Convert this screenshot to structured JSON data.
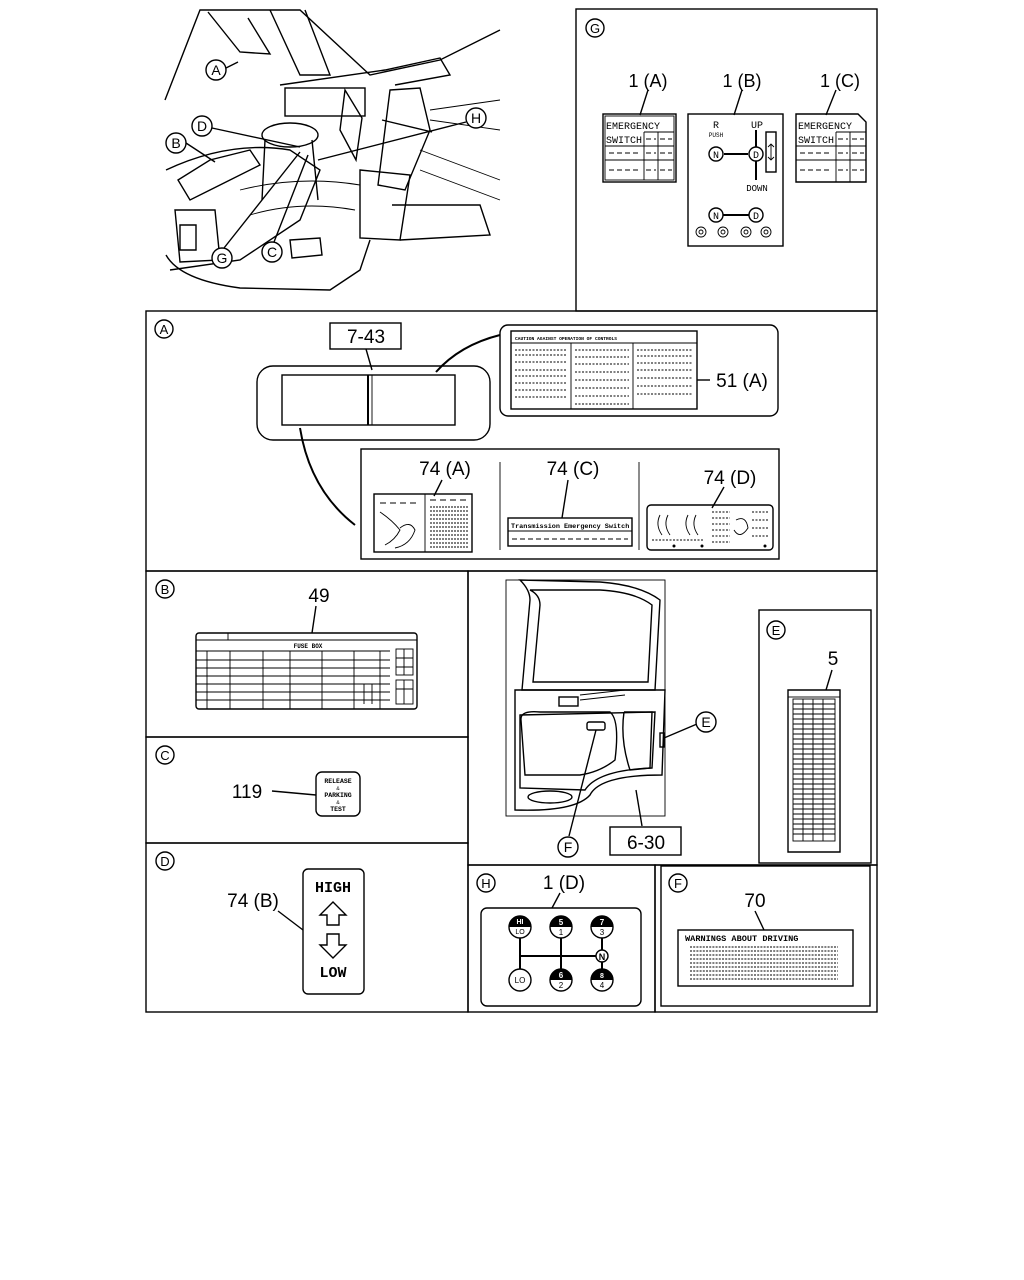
{
  "panels": {
    "g": {
      "label": "G",
      "callouts": {
        "p1a": "1 (A)",
        "p1b": "1 (B)",
        "p1c": "1 (C)"
      },
      "label_1a": {
        "line1": "EMERGENCY",
        "line2": "SWITCH"
      },
      "label_1c": {
        "line1": "EMERGENCY",
        "line2": "SWITCH"
      },
      "label_1b": {
        "r": "R",
        "push": "PUSH",
        "up": "UP",
        "down": "DOWN",
        "n": "N",
        "d": "D"
      }
    },
    "a": {
      "label": "A",
      "callouts": {
        "p743": "7-43",
        "p51a": "51 (A)",
        "p74a": "74 (A)",
        "p74c": "74 (C)",
        "p74d": "74 (D)"
      },
      "label_51a_title": "CAUTION AGAINST OPERATION OF CONTROLS",
      "label_74c_text": "Transmission Emergency Switch"
    },
    "b": {
      "label": "B",
      "callouts": {
        "p49": "49"
      },
      "label_49_title": "FUSE BOX"
    },
    "c": {
      "label": "C",
      "callouts": {
        "p119": "119"
      },
      "label_119": {
        "l1": "RELEASE",
        "l2": "&",
        "l3": "PARKING",
        "l4": "&",
        "l5": "TEST"
      }
    },
    "d": {
      "label": "D",
      "callouts": {
        "p74b": "74 (B)"
      },
      "label_74b": {
        "high": "HIGH",
        "low": "LOW"
      }
    },
    "door": {
      "callouts": {
        "e": "E",
        "f": "F",
        "p630": "6-30"
      }
    },
    "e": {
      "label": "E",
      "callouts": {
        "p5": "5"
      }
    },
    "h": {
      "label": "H",
      "callouts": {
        "p1d": "1 (D)"
      },
      "gears": {
        "hi": "HI",
        "lo_small": "LO",
        "g5": "5",
        "g7": "7",
        "g1": "1",
        "g3": "3",
        "n": "N",
        "lo": "LO",
        "g6": "6",
        "g2": "2",
        "g8": "8",
        "g4": "4"
      }
    },
    "f": {
      "label": "F",
      "callouts": {
        "p70": "70"
      },
      "label_70_title": "WARNINGS ABOUT DRIVING"
    }
  },
  "cab_view": {
    "callouts": {
      "a": "A",
      "b": "B",
      "c": "C",
      "d": "D",
      "g": "G",
      "h": "H"
    }
  }
}
